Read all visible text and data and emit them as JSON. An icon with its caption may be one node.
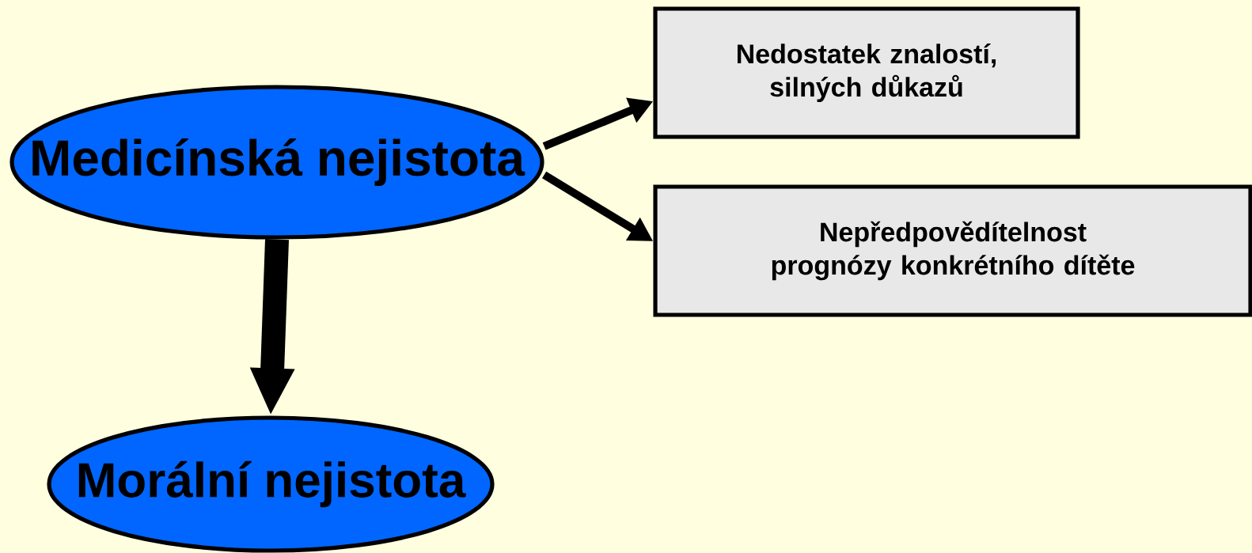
{
  "diagram": {
    "nodes": [
      {
        "text": [
          "Medicínská nejistota"
        ]
      },
      {
        "text": [
          "Morální nejistota"
        ]
      },
      {
        "text": [
          "Nedostatek znalostí, silných důkazů"
        ]
      },
      {
        "text": [
          "Nepředpovědítelnost prognózy konkrétního dítěte"
        ]
      }
    ],
    "edges": [
      {
        "from": 0,
        "to": 2,
        "arrow": "to"
      },
      {
        "from": 0,
        "to": 3,
        "arrow": "to"
      },
      {
        "from": 0,
        "to": 1,
        "arrow": "to",
        "style": "thick"
      }
    ]
  }
}
